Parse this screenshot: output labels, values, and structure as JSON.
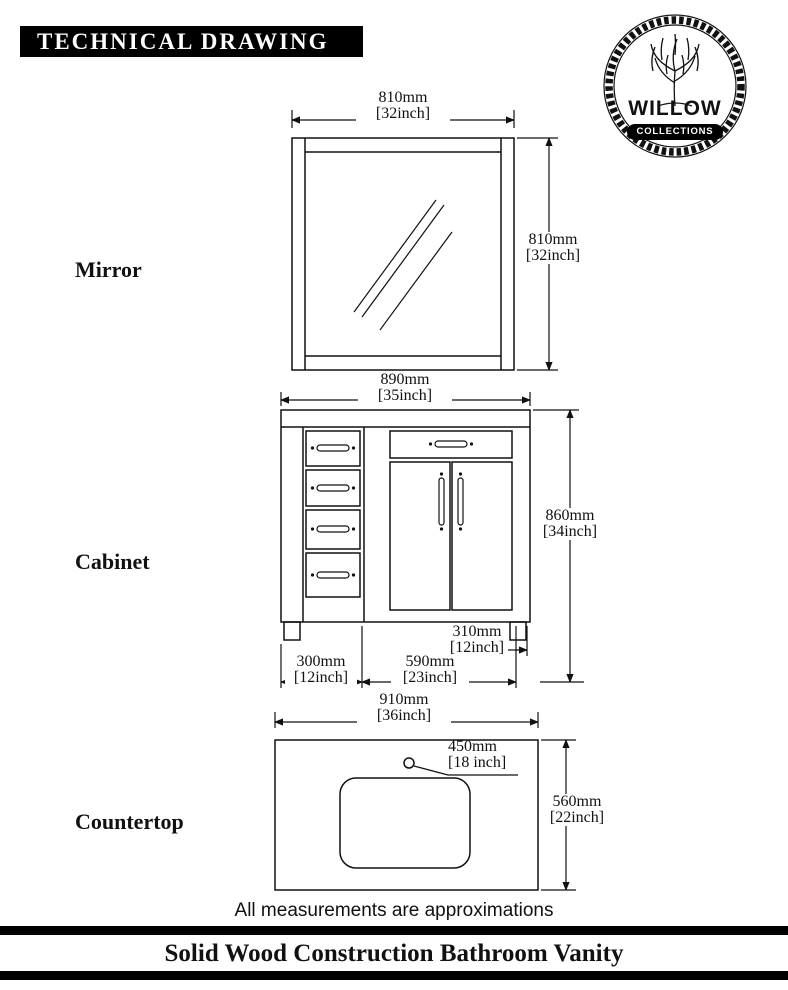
{
  "page": {
    "header_title": "TECHNICAL DRAWING",
    "footer_note": "All measurements are approximations",
    "footer_title": "Solid Wood Construction Bathroom Vanity"
  },
  "colors": {
    "ink": "#111111",
    "header_bg": "#000000"
  },
  "logo": {
    "name": "WILLOW",
    "subtitle": "COLLECTIONS"
  },
  "mirror": {
    "label": "Mirror",
    "width": {
      "mm": "810mm",
      "in": "[32inch]"
    },
    "height": {
      "mm": "810mm",
      "in": "[32inch]"
    }
  },
  "cabinet": {
    "label": "Cabinet",
    "width": {
      "mm": "890mm",
      "in": "[35inch]"
    },
    "height": {
      "mm": "860mm",
      "in": "[34inch]"
    },
    "dim_310": {
      "mm": "310mm",
      "in": "[12inch]"
    },
    "dim_300": {
      "mm": "300mm",
      "in": "[12inch]"
    },
    "dim_590": {
      "mm": "590mm",
      "in": "[23inch]"
    }
  },
  "countertop": {
    "label": "Countertop",
    "width": {
      "mm": "910mm",
      "in": "[36inch]"
    },
    "depth": {
      "mm": "560mm",
      "in": "[22inch]"
    },
    "sink": {
      "mm": "450mm",
      "in": "[18 inch]"
    }
  }
}
